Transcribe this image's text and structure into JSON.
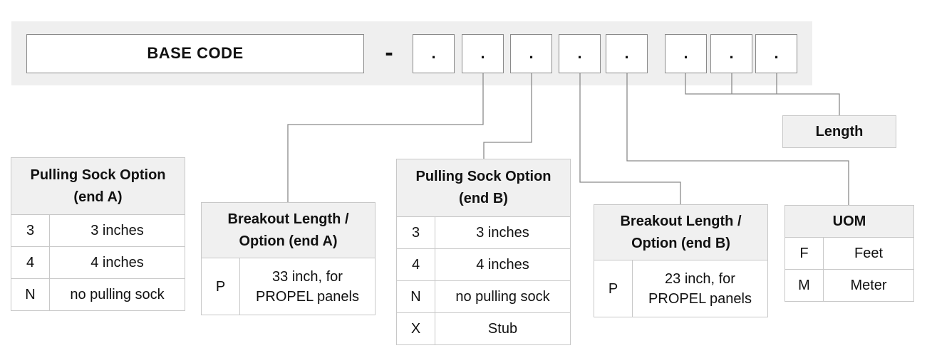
{
  "code": {
    "base_label": "BASE  CODE",
    "dash": "-",
    "slot_mark": "."
  },
  "length_label": "Length",
  "tables": {
    "sock_a": {
      "title_line1": "Pulling Sock Option",
      "title_line2": "(end A)",
      "rows": [
        {
          "code": "3",
          "desc": "3 inches"
        },
        {
          "code": "4",
          "desc": "4 inches"
        },
        {
          "code": "N",
          "desc": "no pulling sock"
        }
      ]
    },
    "breakout_a": {
      "title_line1": "Breakout Length /",
      "title_line2": "Option (end A)",
      "rows": [
        {
          "code": "P",
          "desc_line1": "33 inch, for",
          "desc_line2": "PROPEL panels"
        }
      ]
    },
    "sock_b": {
      "title_line1": "Pulling Sock Option",
      "title_line2": "(end B)",
      "rows": [
        {
          "code": "3",
          "desc": "3 inches"
        },
        {
          "code": "4",
          "desc": "4 inches"
        },
        {
          "code": "N",
          "desc": "no pulling sock"
        },
        {
          "code": "X",
          "desc": "Stub"
        }
      ]
    },
    "breakout_b": {
      "title_line1": "Breakout Length /",
      "title_line2": "Option (end B)",
      "rows": [
        {
          "code": "P",
          "desc_line1": "23 inch, for",
          "desc_line2": "PROPEL panels"
        }
      ]
    },
    "uom": {
      "title_line1": "UOM",
      "rows": [
        {
          "code": "F",
          "desc": "Feet"
        },
        {
          "code": "M",
          "desc": "Meter"
        }
      ]
    }
  }
}
